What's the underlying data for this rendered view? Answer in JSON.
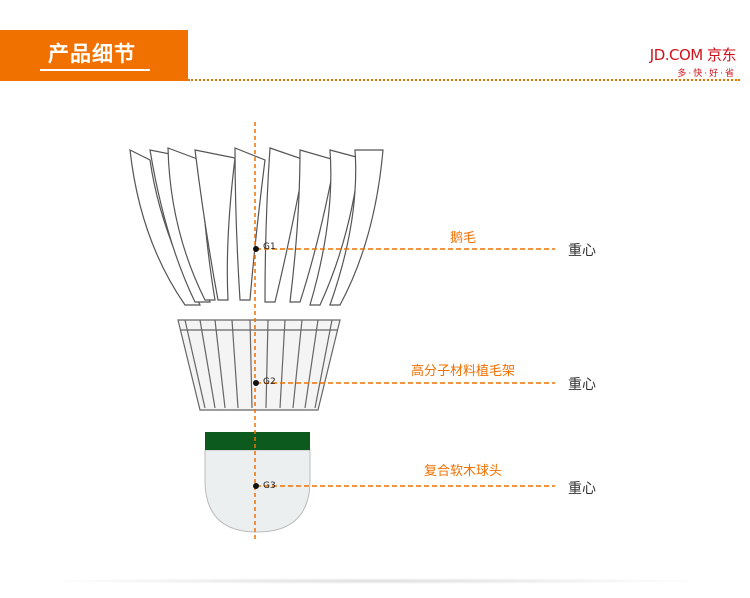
{
  "header": {
    "title": "产品细节"
  },
  "logo": {
    "brand": "JD.COM 京东",
    "slogan": "多·快·好·省"
  },
  "parts": [
    {
      "marker": "G1",
      "label": "鹅毛",
      "cg_label": "重心"
    },
    {
      "marker": "G2",
      "label": "高分子材料植毛架",
      "cg_label": "重心"
    },
    {
      "marker": "G3",
      "label": "复合软木球头",
      "cg_label": "重心"
    }
  ],
  "colors": {
    "accent": "#f07000",
    "cork_band": "#0d5a1e",
    "logo": "#d0111b"
  }
}
